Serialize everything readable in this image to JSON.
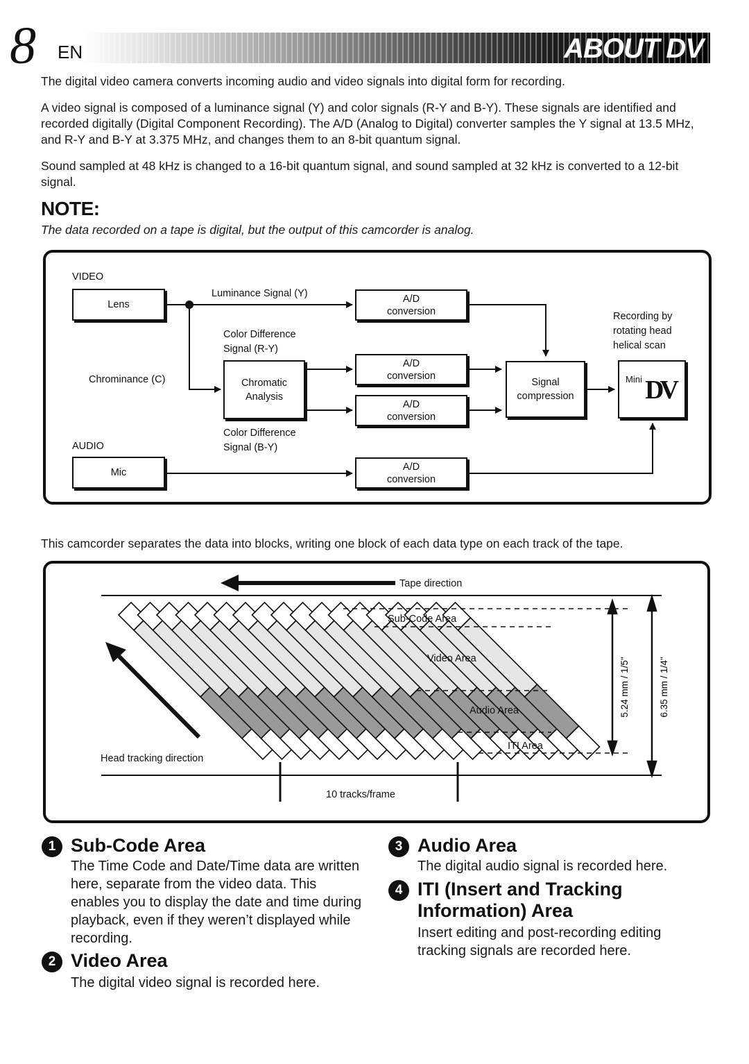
{
  "header": {
    "page_number": "8",
    "language": "EN",
    "title": "ABOUT DV"
  },
  "intro": {
    "p1": "The digital video camera converts incoming audio and video signals into digital form for recording.",
    "p2": "A video signal is composed of a luminance signal (Y) and color signals (R-Y and B-Y). These signals are identified and recorded digitally (Digital Component Recording). The A/D (Analog to Digital) converter samples the Y signal at 13.5 MHz, and R-Y and B-Y at 3.375 MHz, and changes them to an 8-bit quantum signal.",
    "p3": "Sound sampled at 48 kHz is changed to a 16-bit quantum signal, and sound sampled at 32 kHz is converted to a 12-bit signal."
  },
  "note": {
    "heading": "NOTE:",
    "text": "The data recorded on a tape is digital, but the output of this camcorder is analog."
  },
  "signal_diagram": {
    "video_label": "VIDEO",
    "audio_label": "AUDIO",
    "lens": "Lens",
    "mic": "Mic",
    "luminance": "Luminance Signal (Y)",
    "chrominance": "Chrominance (C)",
    "color_diff_ry_1": "Color Difference",
    "color_diff_ry_2": "Signal (R-Y)",
    "color_diff_by_1": "Color Difference",
    "color_diff_by_2": "Signal (B-Y)",
    "chromatic_1": "Chromatic",
    "chromatic_2": "Analysis",
    "ad_1": "A/D",
    "ad_2": "conversion",
    "signal_1": "Signal",
    "signal_2": "compression",
    "recording_1": "Recording by",
    "recording_2": "rotating head",
    "recording_3": "helical scan",
    "logo_mini": "Mini",
    "logo_dv": "DV"
  },
  "tracks_intro": "This camcorder separates the data into blocks, writing one block of each data type on each track of the tape.",
  "track_diagram": {
    "tape_direction": "Tape direction",
    "subcode": "Sub-Code Area",
    "video": "Video Area",
    "audio": "Audio Area",
    "iti": "ITI Area",
    "head_tracking": "Head tracking direction",
    "tracks_per_frame": "10 tracks/frame",
    "width_524": "5.24 mm / 1/5\"",
    "width_635": "6.35 mm / 1/4\""
  },
  "sections": [
    {
      "num": "1",
      "title": "Sub-Code Area",
      "text": "The Time Code and Date/Time data are written here, separate from the video data. This enables you to display the date and time during playback, even if they weren’t displayed while recording."
    },
    {
      "num": "2",
      "title": "Video Area",
      "text": "The digital video signal is recorded here."
    },
    {
      "num": "3",
      "title": "Audio Area",
      "text": "The digital audio signal is recorded here."
    },
    {
      "num": "4",
      "title": "ITI (Insert and Tracking Information) Area",
      "title_line1": "ITI (Insert and Tracking",
      "title_line2": "Information) Area",
      "text": "Insert editing and post-recording editing tracking signals are recorded here."
    }
  ]
}
